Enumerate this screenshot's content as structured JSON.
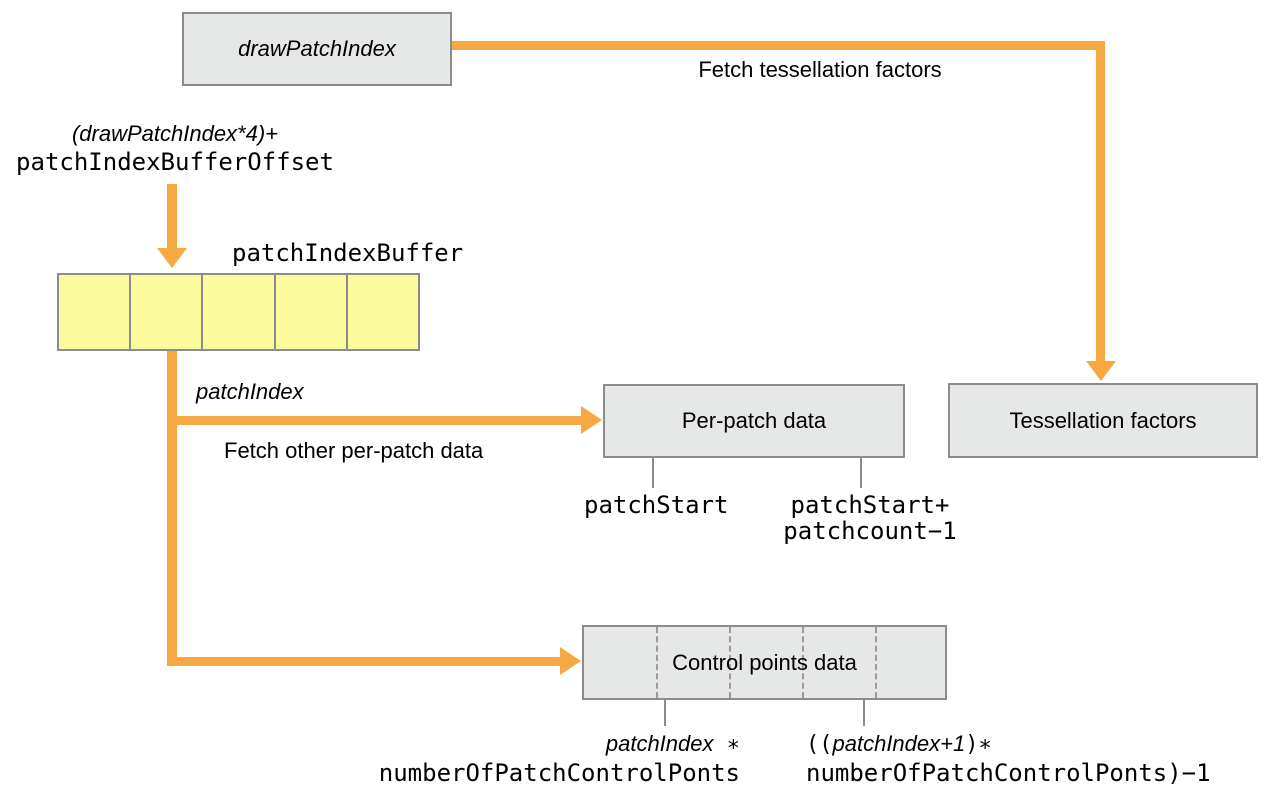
{
  "colors": {
    "arrow": "#F6A843",
    "node_fill": "#E6E7E7",
    "node_border": "#8C8C8C",
    "buffer_fill": "#FBFB9D",
    "dashed_divider": "#9B9B9B",
    "text": "#000000"
  },
  "nodes": {
    "draw_patch_index": {
      "label": "drawPatchIndex"
    },
    "per_patch_data": {
      "label": "Per-patch data"
    },
    "tessellation_factors": {
      "label": "Tessellation factors"
    },
    "control_points_data": {
      "label": "Control points data"
    },
    "patch_index_buffer": {
      "label": "patchIndexBuffer",
      "cells": 5
    }
  },
  "edges": {
    "fetch_tessellation": {
      "label": "Fetch tessellation factors"
    },
    "fetch_per_patch": {
      "label": "Fetch other per-patch data"
    }
  },
  "annotations": {
    "index_expression": {
      "line1": "(drawPatchIndex*4)+",
      "line2": "patchIndexBufferOffset"
    },
    "patch_index": {
      "label": "patchIndex"
    },
    "patch_start": {
      "label": "patchStart"
    },
    "patch_end": {
      "line1": "patchStart+",
      "line2": "patchcount−1"
    },
    "control_start": {
      "expr_italic": "patchIndex",
      "expr_op": " ∗",
      "line2": "numberOfPatchControlPonts"
    },
    "control_end": {
      "prefix": "((",
      "expr_italic": "patchIndex+1",
      "suffix": ")∗",
      "line2": "numberOfPatchControlPonts)−1"
    }
  }
}
